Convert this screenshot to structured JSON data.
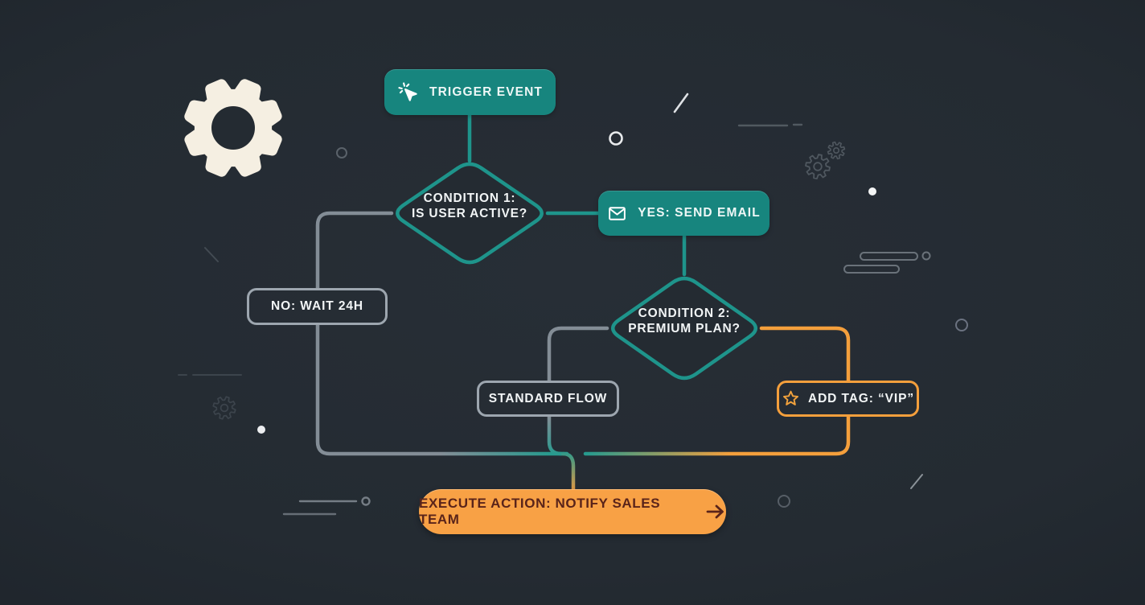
{
  "colors": {
    "background": "#242b32",
    "teal_fill": "#17857e",
    "teal_line": "#1e948b",
    "orange": "#f49f3c",
    "orange_fill": "#f8a145",
    "gray_line": "#838d96",
    "box_border": "#9da6af",
    "text_light": "#f2f5f6",
    "text_dark": "#5a241a",
    "gear_cream": "#f5efe2"
  },
  "flow": {
    "trigger": {
      "label": "TRIGGER EVENT",
      "icon": "cursor-click"
    },
    "condition1": {
      "label_line1": "CONDITION 1:",
      "label_line2": "IS USER ACTIVE?"
    },
    "send_email": {
      "label": "YES: SEND EMAIL",
      "icon": "envelope"
    },
    "wait_24h": {
      "label": "NO: WAIT 24H"
    },
    "condition2": {
      "label_line1": "CONDITION 2:",
      "label_line2": "PREMIUM PLAN?"
    },
    "standard_flow": {
      "label": "STANDARD FLOW"
    },
    "add_tag_vip": {
      "label": "ADD TAG: “VIP”",
      "icon": "star"
    },
    "execute_action": {
      "label": "EXECUTE ACTION: NOTIFY SALES TEAM",
      "icon": "arrow-right"
    },
    "edges": [
      {
        "from": "trigger",
        "to": "condition1",
        "color": "teal"
      },
      {
        "from": "condition1",
        "to": "send_email",
        "color": "teal"
      },
      {
        "from": "condition1",
        "to": "wait_24h",
        "color": "gray"
      },
      {
        "from": "send_email",
        "to": "condition2",
        "color": "teal"
      },
      {
        "from": "condition2",
        "to": "standard_flow",
        "color": "gray"
      },
      {
        "from": "condition2",
        "to": "add_tag_vip",
        "color": "orange"
      },
      {
        "from": "wait_24h",
        "to": "execute_action",
        "color": "gray-teal"
      },
      {
        "from": "standard_flow",
        "to": "execute_action",
        "color": "gray-teal"
      },
      {
        "from": "add_tag_vip",
        "to": "execute_action",
        "color": "orange-teal"
      }
    ]
  }
}
